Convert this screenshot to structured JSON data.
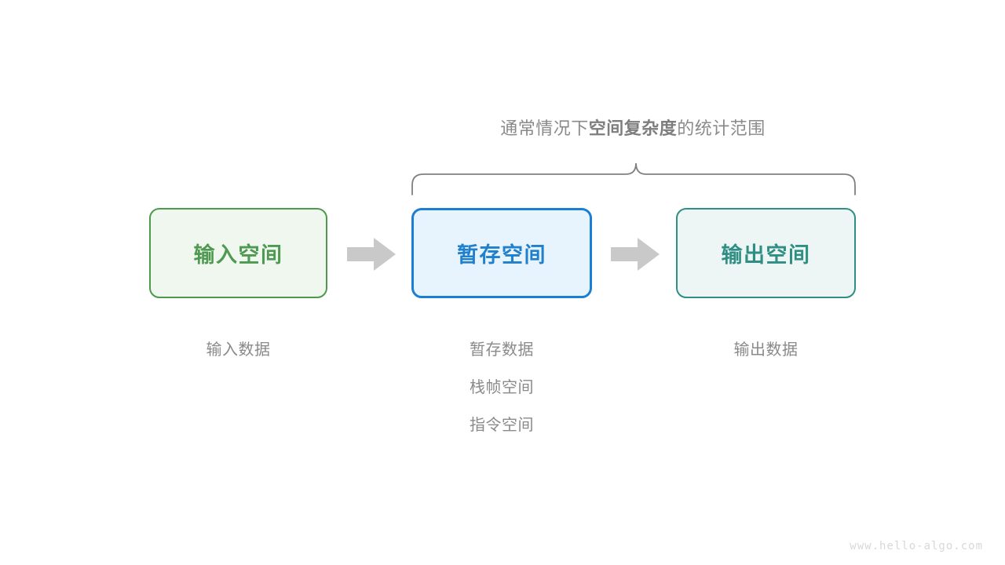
{
  "diagram": {
    "scope_caption": {
      "prefix": "通常情况下",
      "emphasis": "空间复杂度",
      "suffix": "的统计范围"
    },
    "brace": {
      "icon": "curly-brace-up-icon",
      "color": "#808080"
    },
    "stages": [
      {
        "key": "input",
        "box_label": "输入空间",
        "border_color": "#4c9a4c",
        "fill_color": "#eff7ee",
        "text_color": "#4f9a52",
        "captions": [
          "输入数据"
        ]
      },
      {
        "key": "temp",
        "box_label": "暂存空间",
        "border_color": "#1a7fd4",
        "fill_color": "#e8f4fd",
        "text_color": "#2080cc",
        "captions": [
          "暂存数据",
          "栈帧空间",
          "指令空间"
        ]
      },
      {
        "key": "output",
        "box_label": "输出空间",
        "border_color": "#2f8f84",
        "fill_color": "#edf6f4",
        "text_color": "#2f8f84",
        "captions": [
          "输出数据"
        ]
      }
    ],
    "arrows": [
      {
        "key": "arrow-1",
        "icon": "right-block-arrow-icon",
        "color": "#c9c9c9"
      },
      {
        "key": "arrow-2",
        "icon": "right-block-arrow-icon",
        "color": "#c9c9c9"
      }
    ],
    "watermark": "www.hello-algo.com"
  }
}
